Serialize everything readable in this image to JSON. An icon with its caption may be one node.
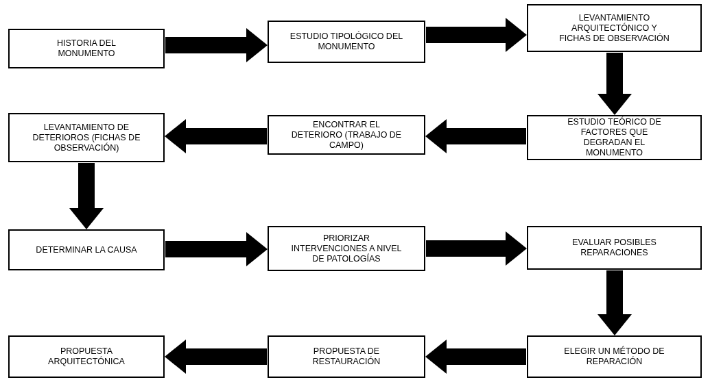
{
  "diagram": {
    "nodes": [
      {
        "text": [
          "HISTORIA DEL MONUMENTO"
        ]
      },
      {
        "text": [
          "ESTUDIO TIPOLÓGICO DEL MONUMENTO"
        ]
      },
      {
        "text": [
          "LEVANTAMIENTO ARQUITECTÓNICO Y FICHAS DE OBSERVACIÓN"
        ]
      },
      {
        "text": [
          "LEVANTAMIENTO DE DETERIOROS (FICHAS DE OBSERVACIÓN)"
        ]
      },
      {
        "text": [
          "ENCONTRAR EL DETERIORO (TRABAJO DE CAMPO)"
        ]
      },
      {
        "text": [
          "ESTUDIO TEÓRICO DE FACTORES QUE DEGRADAN EL MONUMENTO"
        ]
      },
      {
        "text": [
          "DETERMINAR LA CAUSA"
        ]
      },
      {
        "text": [
          "PRIORIZAR INTERVENCIONES A NIVEL DE PATOLOGÍAS"
        ]
      },
      {
        "text": [
          "EVALUAR POSIBLES REPARACIONES"
        ]
      },
      {
        "text": [
          "PROPUESTA ARQUITECTÓNICA"
        ]
      },
      {
        "text": [
          "PROPUESTA DE RESTAURACIÓN"
        ]
      },
      {
        "text": [
          "ELEGIR UN MÉTODO DE REPARACIÓN"
        ]
      }
    ],
    "edges": [
      {
        "from": 0,
        "to": 1,
        "arrow": "to"
      },
      {
        "from": 1,
        "to": 2,
        "arrow": "to"
      },
      {
        "from": 2,
        "to": 5,
        "arrow": "to"
      },
      {
        "from": 5,
        "to": 4,
        "arrow": "to"
      },
      {
        "from": 4,
        "to": 3,
        "arrow": "to"
      },
      {
        "from": 3,
        "to": 6,
        "arrow": "to"
      },
      {
        "from": 6,
        "to": 7,
        "arrow": "to"
      },
      {
        "from": 7,
        "to": 8,
        "arrow": "to"
      },
      {
        "from": 8,
        "to": 11,
        "arrow": "to"
      },
      {
        "from": 11,
        "to": 10,
        "arrow": "to"
      },
      {
        "from": 10,
        "to": 9,
        "arrow": "to"
      }
    ]
  }
}
